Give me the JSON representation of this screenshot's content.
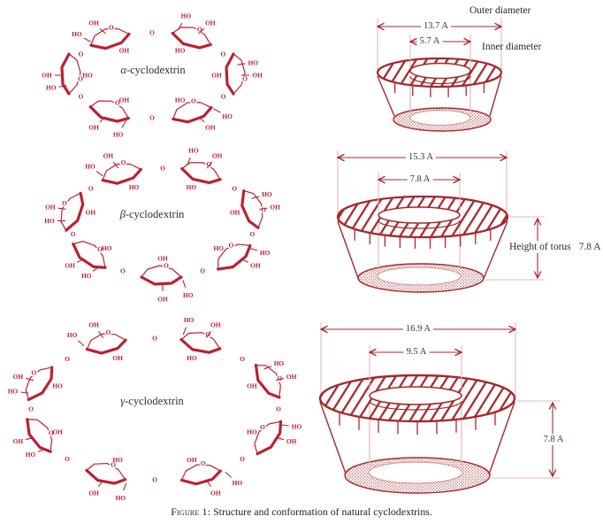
{
  "figure": {
    "caption_label": "Figure 1:",
    "caption_text": "Structure and conformation of natural cyclodextrins."
  },
  "colors": {
    "torus_line": "#a5282c",
    "structure_line": "#bc2031",
    "light_line": "#e5b8b6",
    "annotation_text": "#1e2430",
    "dimension_text": "#273655"
  },
  "structures": [
    {
      "name_prefix": "α",
      "name_suffix": "-cyclodextrin",
      "units": 6,
      "atom_labels": {
        "hydroxyl": "OH",
        "hydroxyl_reversed": "HO",
        "oxygen": "O"
      }
    },
    {
      "name_prefix": "β",
      "name_suffix": "-cyclodextrin",
      "units": 7,
      "atom_labels": {
        "hydroxyl": "OH",
        "hydroxyl_reversed": "HO",
        "oxygen": "O"
      }
    },
    {
      "name_prefix": "γ",
      "name_suffix": "-cyclodextrin",
      "units": 8,
      "atom_labels": {
        "hydroxyl": "OH",
        "hydroxyl_reversed": "HO",
        "oxygen": "O"
      }
    }
  ],
  "conformations": [
    {
      "outer_diameter": "13.7 A",
      "inner_diameter": "5.7 A",
      "outer_caption": "Outer diameter",
      "inner_caption": "Inner diameter"
    },
    {
      "outer_diameter": "15.3 A",
      "inner_diameter": "7.8 A",
      "height_caption": "Height of torus",
      "height": "7.8 A"
    },
    {
      "outer_diameter": "16.9 A",
      "inner_diameter": "9.5 A",
      "height": "7.8 A"
    }
  ]
}
